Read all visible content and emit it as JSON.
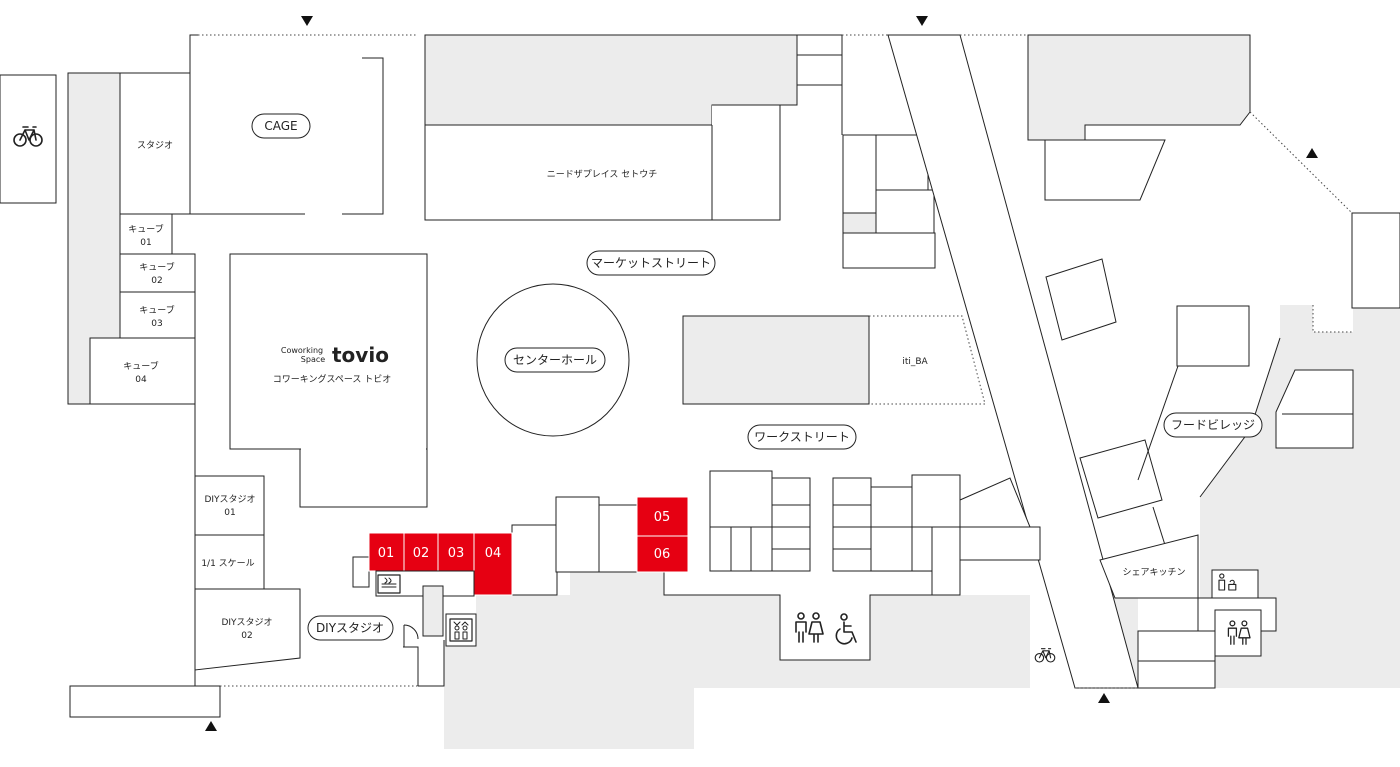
{
  "map": {
    "theme": {
      "highlight": "#e60012",
      "shaded": "#ececec",
      "line": "#222222",
      "background": "#ffffff"
    },
    "areas": {
      "studio": "スタジオ",
      "cage": "CAGE",
      "needs_place": "ニードザプレイス セトウチ",
      "cube_01": [
        "キューブ",
        "01"
      ],
      "cube_02": [
        "キューブ",
        "02"
      ],
      "cube_03": [
        "キューブ",
        "03"
      ],
      "cube_04": [
        "キューブ",
        "04"
      ],
      "market_street": "マーケットストリート",
      "center_hall": "センターホール",
      "iti_ba": "iti_BA",
      "work_street": "ワークストリート",
      "food_village": "フードビレッジ",
      "share_kitchen": "シェアキッチン",
      "diy_studio_01": [
        "DIYスタジオ",
        "01"
      ],
      "scale_1_1": "1/1 スケール",
      "diy_studio_02": [
        "DIYスタジオ",
        "02"
      ],
      "diy_studio": "DIYスタジオ"
    },
    "coworking": {
      "brand_small": [
        "Coworking",
        "Space"
      ],
      "brand": "tovio",
      "name_ja": "コワーキングスペース トビオ"
    },
    "rooms": [
      "01",
      "02",
      "03",
      "04",
      "05",
      "06"
    ],
    "icons": [
      "bicycle-parking-icon",
      "restroom-icon",
      "accessible-restroom-icon",
      "elevator-icon",
      "smoking-area-icon",
      "nursing-room-icon",
      "entrance-arrow-icon"
    ]
  }
}
